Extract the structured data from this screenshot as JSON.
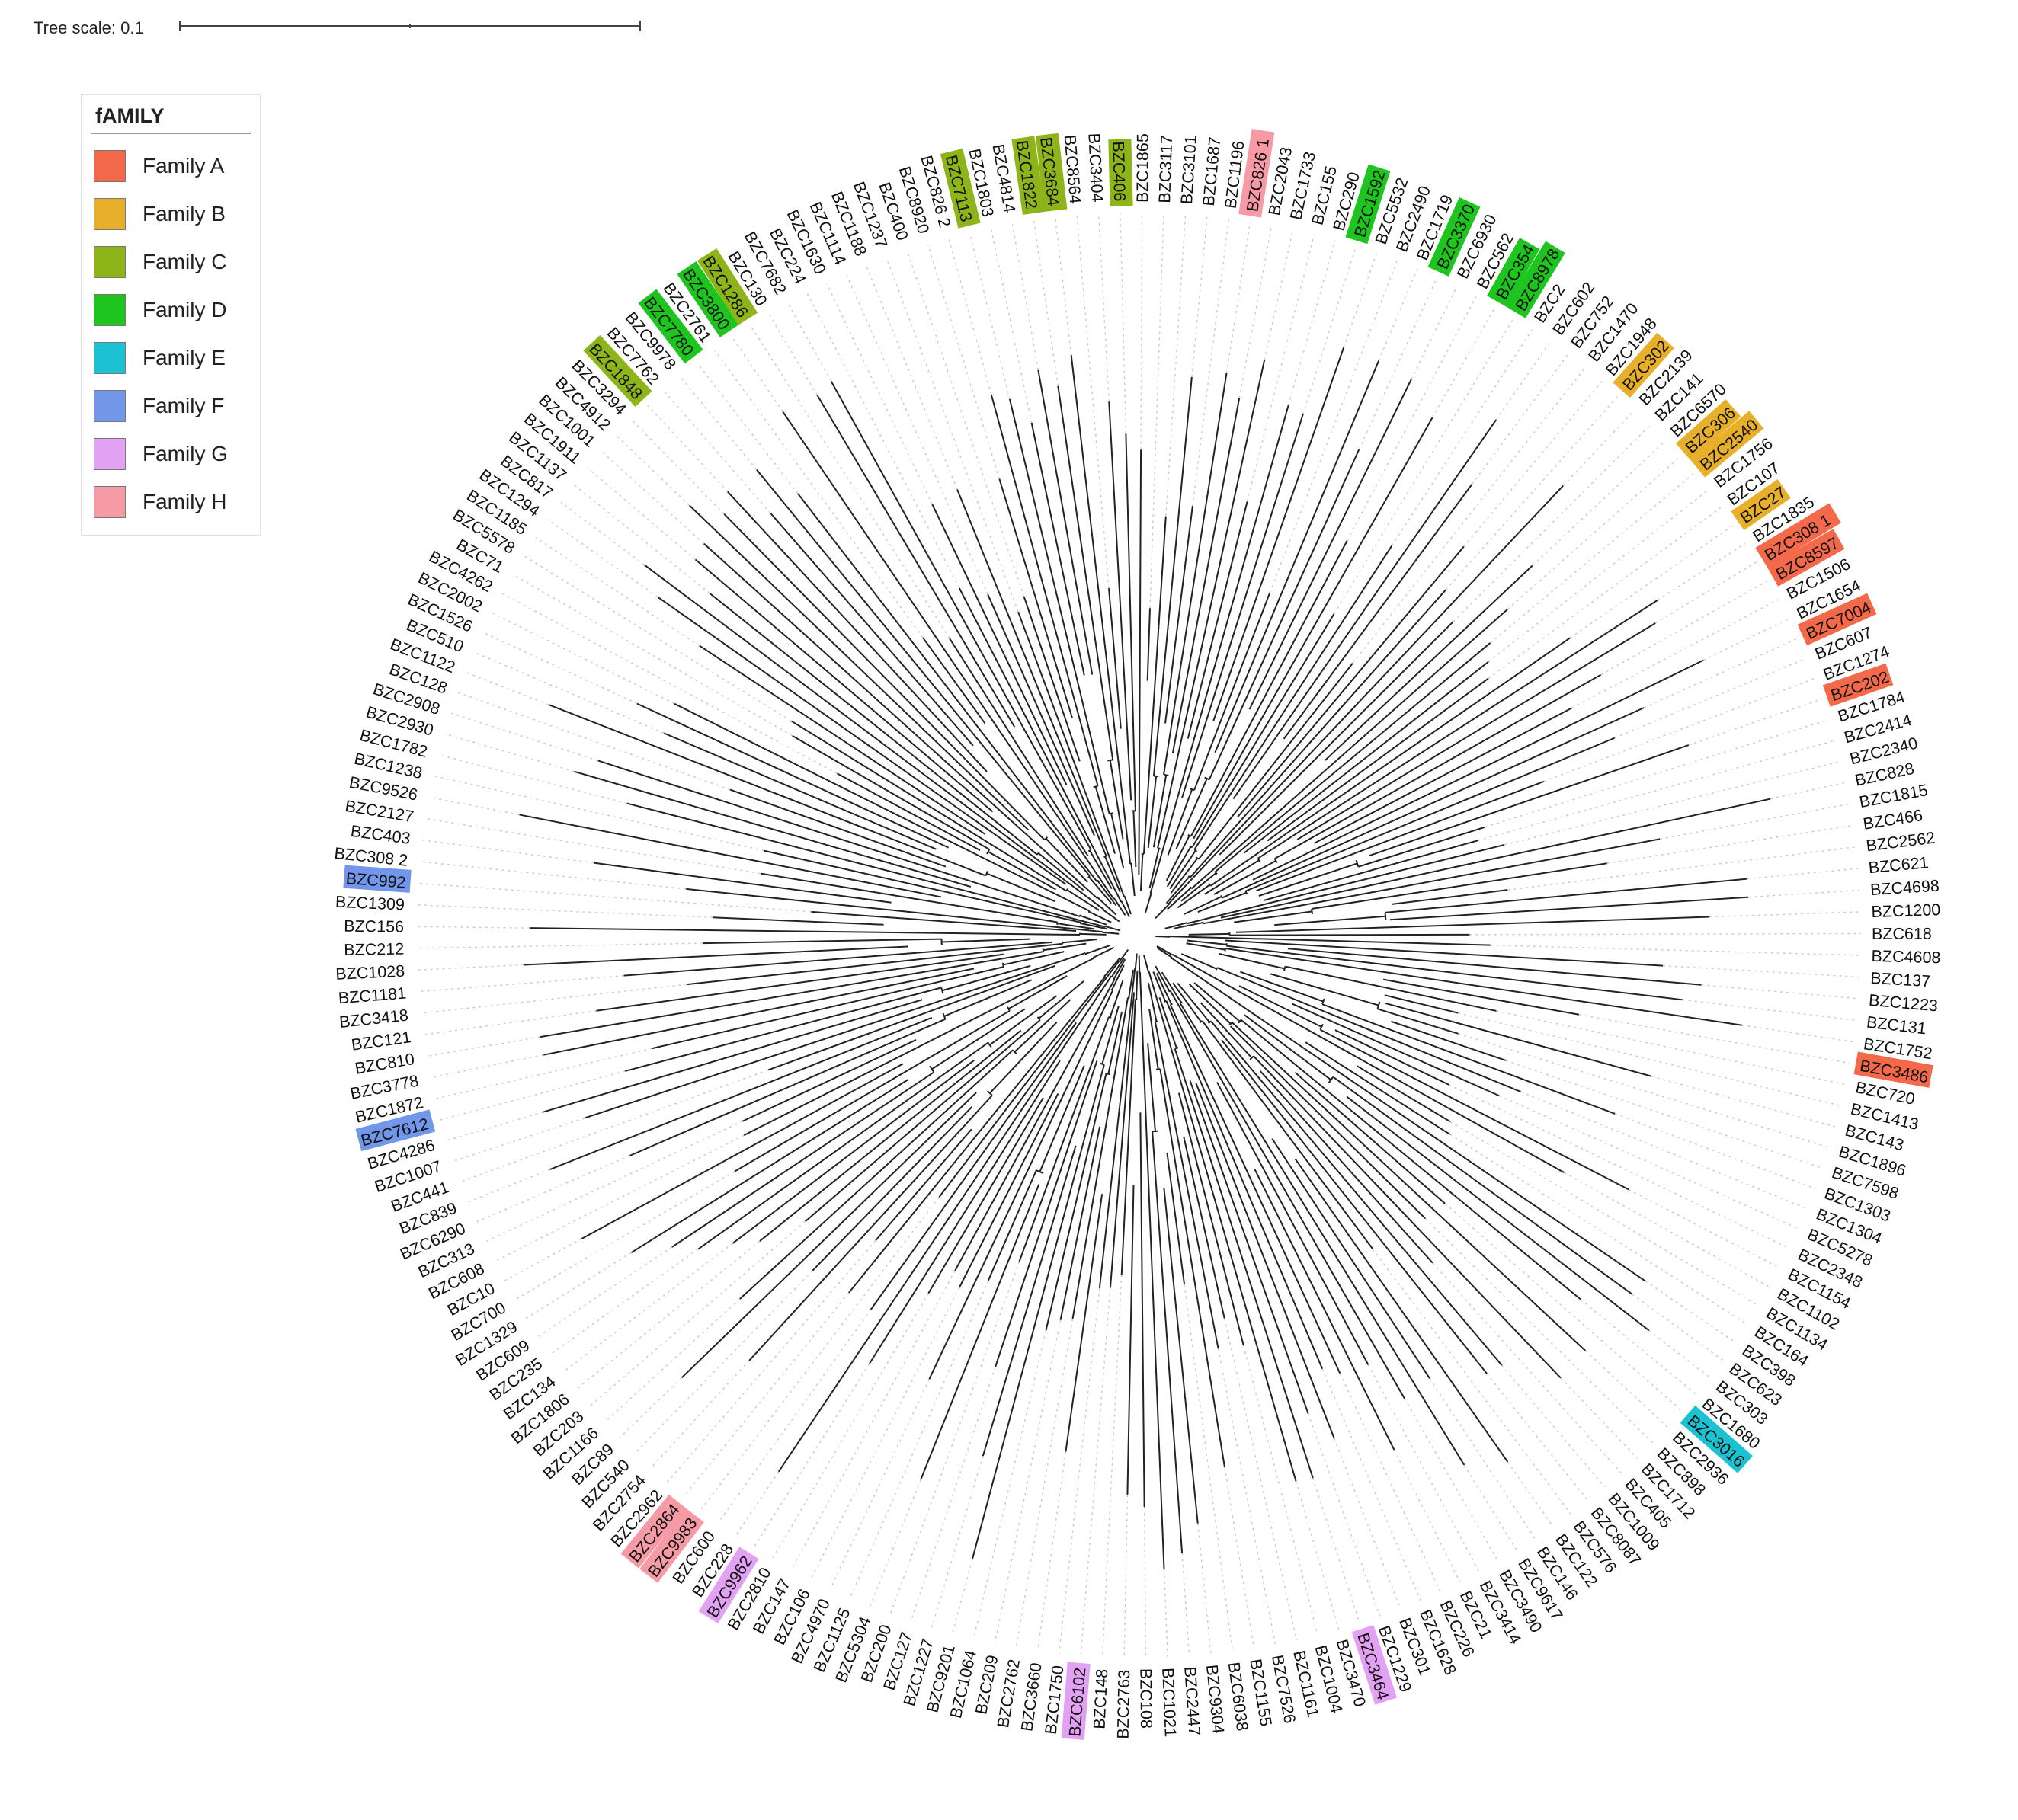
{
  "tree_scale": {
    "label": "Tree scale: 0.1"
  },
  "legend": {
    "title": "fAMILY",
    "items": [
      {
        "key": "A",
        "label": "Family A",
        "color": "#f4694a"
      },
      {
        "key": "B",
        "label": "Family B",
        "color": "#e8b02a"
      },
      {
        "key": "C",
        "label": "Family C",
        "color": "#8db51a"
      },
      {
        "key": "D",
        "label": "Family D",
        "color": "#1ec51e"
      },
      {
        "key": "E",
        "label": "Family E",
        "color": "#1cc2d2"
      },
      {
        "key": "F",
        "label": "Family F",
        "color": "#7196ea"
      },
      {
        "key": "G",
        "label": "Family G",
        "color": "#e3a1f3"
      },
      {
        "key": "H",
        "label": "Family H",
        "color": "#f69aa6"
      }
    ]
  },
  "leaves": [
    {
      "n": "BZC3117"
    },
    {
      "n": "BZC3101"
    },
    {
      "n": "BZC1687"
    },
    {
      "n": "BZC1196"
    },
    {
      "n": "BZC826 1",
      "f": "H"
    },
    {
      "n": "BZC2043"
    },
    {
      "n": "BZC1733"
    },
    {
      "n": "BZC155"
    },
    {
      "n": "BZC290"
    },
    {
      "n": "BZC1592",
      "f": "D"
    },
    {
      "n": "BZC5532"
    },
    {
      "n": "BZC2490"
    },
    {
      "n": "BZC1719"
    },
    {
      "n": "BZC3370",
      "f": "D"
    },
    {
      "n": "BZC6930"
    },
    {
      "n": "BZC562"
    },
    {
      "n": "BZC354",
      "f": "D"
    },
    {
      "n": "BZC8978",
      "f": "D"
    },
    {
      "n": "BZC2"
    },
    {
      "n": "BZC602"
    },
    {
      "n": "BZC752"
    },
    {
      "n": "BZC1470"
    },
    {
      "n": "BZC1948"
    },
    {
      "n": "BZC302",
      "f": "B"
    },
    {
      "n": "BZC2139"
    },
    {
      "n": "BZC141"
    },
    {
      "n": "BZC6570"
    },
    {
      "n": "BZC306",
      "f": "B"
    },
    {
      "n": "BZC2540",
      "f": "B"
    },
    {
      "n": "BZC1756"
    },
    {
      "n": "BZC107"
    },
    {
      "n": "BZC27",
      "f": "B"
    },
    {
      "n": "BZC1835"
    },
    {
      "n": "BZC308 1",
      "f": "A"
    },
    {
      "n": "BZC8597",
      "f": "A"
    },
    {
      "n": "BZC1506"
    },
    {
      "n": "BZC1654"
    },
    {
      "n": "BZC7004",
      "f": "A"
    },
    {
      "n": "BZC607"
    },
    {
      "n": "BZC1274"
    },
    {
      "n": "BZC202",
      "f": "A"
    },
    {
      "n": "BZC1784"
    },
    {
      "n": "BZC2414"
    },
    {
      "n": "BZC2340"
    },
    {
      "n": "BZC828"
    },
    {
      "n": "BZC1815"
    },
    {
      "n": "BZC466"
    },
    {
      "n": "BZC2562"
    },
    {
      "n": "BZC621"
    },
    {
      "n": "BZC4698"
    },
    {
      "n": "BZC1200"
    },
    {
      "n": "BZC618"
    },
    {
      "n": "BZC4608"
    },
    {
      "n": "BZC137"
    },
    {
      "n": "BZC1223"
    },
    {
      "n": "BZC131"
    },
    {
      "n": "BZC1752"
    },
    {
      "n": "BZC3486",
      "f": "A"
    },
    {
      "n": "BZC720"
    },
    {
      "n": "BZC1413"
    },
    {
      "n": "BZC143"
    },
    {
      "n": "BZC1896"
    },
    {
      "n": "BZC7598"
    },
    {
      "n": "BZC1303"
    },
    {
      "n": "BZC1304"
    },
    {
      "n": "BZC5278"
    },
    {
      "n": "BZC2348"
    },
    {
      "n": "BZC1154"
    },
    {
      "n": "BZC1102"
    },
    {
      "n": "BZC1134"
    },
    {
      "n": "BZC164"
    },
    {
      "n": "BZC398"
    },
    {
      "n": "BZC623"
    },
    {
      "n": "BZC303"
    },
    {
      "n": "BZC1680"
    },
    {
      "n": "BZC3016",
      "f": "E"
    },
    {
      "n": "BZC2936"
    },
    {
      "n": "BZC898"
    },
    {
      "n": "BZC1712"
    },
    {
      "n": "BZC405"
    },
    {
      "n": "BZC1009"
    },
    {
      "n": "BZC8087"
    },
    {
      "n": "BZC576"
    },
    {
      "n": "BZC122"
    },
    {
      "n": "BZC146"
    },
    {
      "n": "BZC9617"
    },
    {
      "n": "BZC3490"
    },
    {
      "n": "BZC3414"
    },
    {
      "n": "BZC21"
    },
    {
      "n": "BZC226"
    },
    {
      "n": "BZC1628"
    },
    {
      "n": "BZC301"
    },
    {
      "n": "BZC1229"
    },
    {
      "n": "BZC3464",
      "f": "G"
    },
    {
      "n": "BZC3470"
    },
    {
      "n": "BZC1004"
    },
    {
      "n": "BZC1161"
    },
    {
      "n": "BZC7526"
    },
    {
      "n": "BZC1155"
    },
    {
      "n": "BZC6038"
    },
    {
      "n": "BZC9304"
    },
    {
      "n": "BZC2447"
    },
    {
      "n": "BZC1021"
    },
    {
      "n": "BZC108"
    },
    {
      "n": "BZC2763"
    },
    {
      "n": "BZC148"
    },
    {
      "n": "BZC6102",
      "f": "G"
    },
    {
      "n": "BZC1750"
    },
    {
      "n": "BZC3660"
    },
    {
      "n": "BZC2762"
    },
    {
      "n": "BZC209"
    },
    {
      "n": "BZC1064"
    },
    {
      "n": "BZC9201"
    },
    {
      "n": "BZC1227"
    },
    {
      "n": "BZC127"
    },
    {
      "n": "BZC200"
    },
    {
      "n": "BZC5304"
    },
    {
      "n": "BZC1125"
    },
    {
      "n": "BZC4970"
    },
    {
      "n": "BZC106"
    },
    {
      "n": "BZC147"
    },
    {
      "n": "BZC2810"
    },
    {
      "n": "BZC9962",
      "f": "G"
    },
    {
      "n": "BZC228"
    },
    {
      "n": "BZC600"
    },
    {
      "n": "BZC9983",
      "f": "H"
    },
    {
      "n": "BZC2864",
      "f": "H"
    },
    {
      "n": "BZC2962"
    },
    {
      "n": "BZC2754"
    },
    {
      "n": "BZC540"
    },
    {
      "n": "BZC89"
    },
    {
      "n": "BZC1166"
    },
    {
      "n": "BZC203"
    },
    {
      "n": "BZC1806"
    },
    {
      "n": "BZC134"
    },
    {
      "n": "BZC235"
    },
    {
      "n": "BZC609"
    },
    {
      "n": "BZC1329"
    },
    {
      "n": "BZC700"
    },
    {
      "n": "BZC10"
    },
    {
      "n": "BZC608"
    },
    {
      "n": "BZC313"
    },
    {
      "n": "BZC6290"
    },
    {
      "n": "BZC839"
    },
    {
      "n": "BZC441"
    },
    {
      "n": "BZC1007"
    },
    {
      "n": "BZC4286"
    },
    {
      "n": "BZC7612",
      "f": "F"
    },
    {
      "n": "BZC1872"
    },
    {
      "n": "BZC3778"
    },
    {
      "n": "BZC810"
    },
    {
      "n": "BZC121"
    },
    {
      "n": "BZC3418"
    },
    {
      "n": "BZC1181"
    },
    {
      "n": "BZC1028"
    },
    {
      "n": "BZC212"
    },
    {
      "n": "BZC156"
    },
    {
      "n": "BZC1309"
    },
    {
      "n": "BZC992",
      "f": "F"
    },
    {
      "n": "BZC308 2"
    },
    {
      "n": "BZC403"
    },
    {
      "n": "BZC2127"
    },
    {
      "n": "BZC9526"
    },
    {
      "n": "BZC1238"
    },
    {
      "n": "BZC1782"
    },
    {
      "n": "BZC2930"
    },
    {
      "n": "BZC2908"
    },
    {
      "n": "BZC128"
    },
    {
      "n": "BZC1122"
    },
    {
      "n": "BZC510"
    },
    {
      "n": "BZC1526"
    },
    {
      "n": "BZC2002"
    },
    {
      "n": "BZC4262"
    },
    {
      "n": "BZC71"
    },
    {
      "n": "BZC5578"
    },
    {
      "n": "BZC1185"
    },
    {
      "n": "BZC1294"
    },
    {
      "n": "BZC817"
    },
    {
      "n": "BZC1137"
    },
    {
      "n": "BZC1911"
    },
    {
      "n": "BZC1001"
    },
    {
      "n": "BZC4912"
    },
    {
      "n": "BZC3294"
    },
    {
      "n": "BZC1848",
      "f": "C"
    },
    {
      "n": "BZC7762"
    },
    {
      "n": "BZC9978"
    },
    {
      "n": "BZC7780",
      "f": "D"
    },
    {
      "n": "BZC2761"
    },
    {
      "n": "BZC3800",
      "f": "D"
    },
    {
      "n": "BZC1286",
      "f": "C"
    },
    {
      "n": "BZC130"
    },
    {
      "n": "BZC7682"
    },
    {
      "n": "BZC224"
    },
    {
      "n": "BZC1630"
    },
    {
      "n": "BZC1114"
    },
    {
      "n": "BZC1188"
    },
    {
      "n": "BZC1237"
    },
    {
      "n": "BZC400"
    },
    {
      "n": "BZC8920"
    },
    {
      "n": "BZC826 2"
    },
    {
      "n": "BZC7113",
      "f": "C"
    },
    {
      "n": "BZC1803"
    },
    {
      "n": "BZC4814"
    },
    {
      "n": "BZC1822",
      "f": "C"
    },
    {
      "n": "BZC3684",
      "f": "C"
    },
    {
      "n": "BZC8564"
    },
    {
      "n": "BZC3404"
    },
    {
      "n": "BZC406",
      "f": "C"
    },
    {
      "n": "BZC1865"
    }
  ]
}
